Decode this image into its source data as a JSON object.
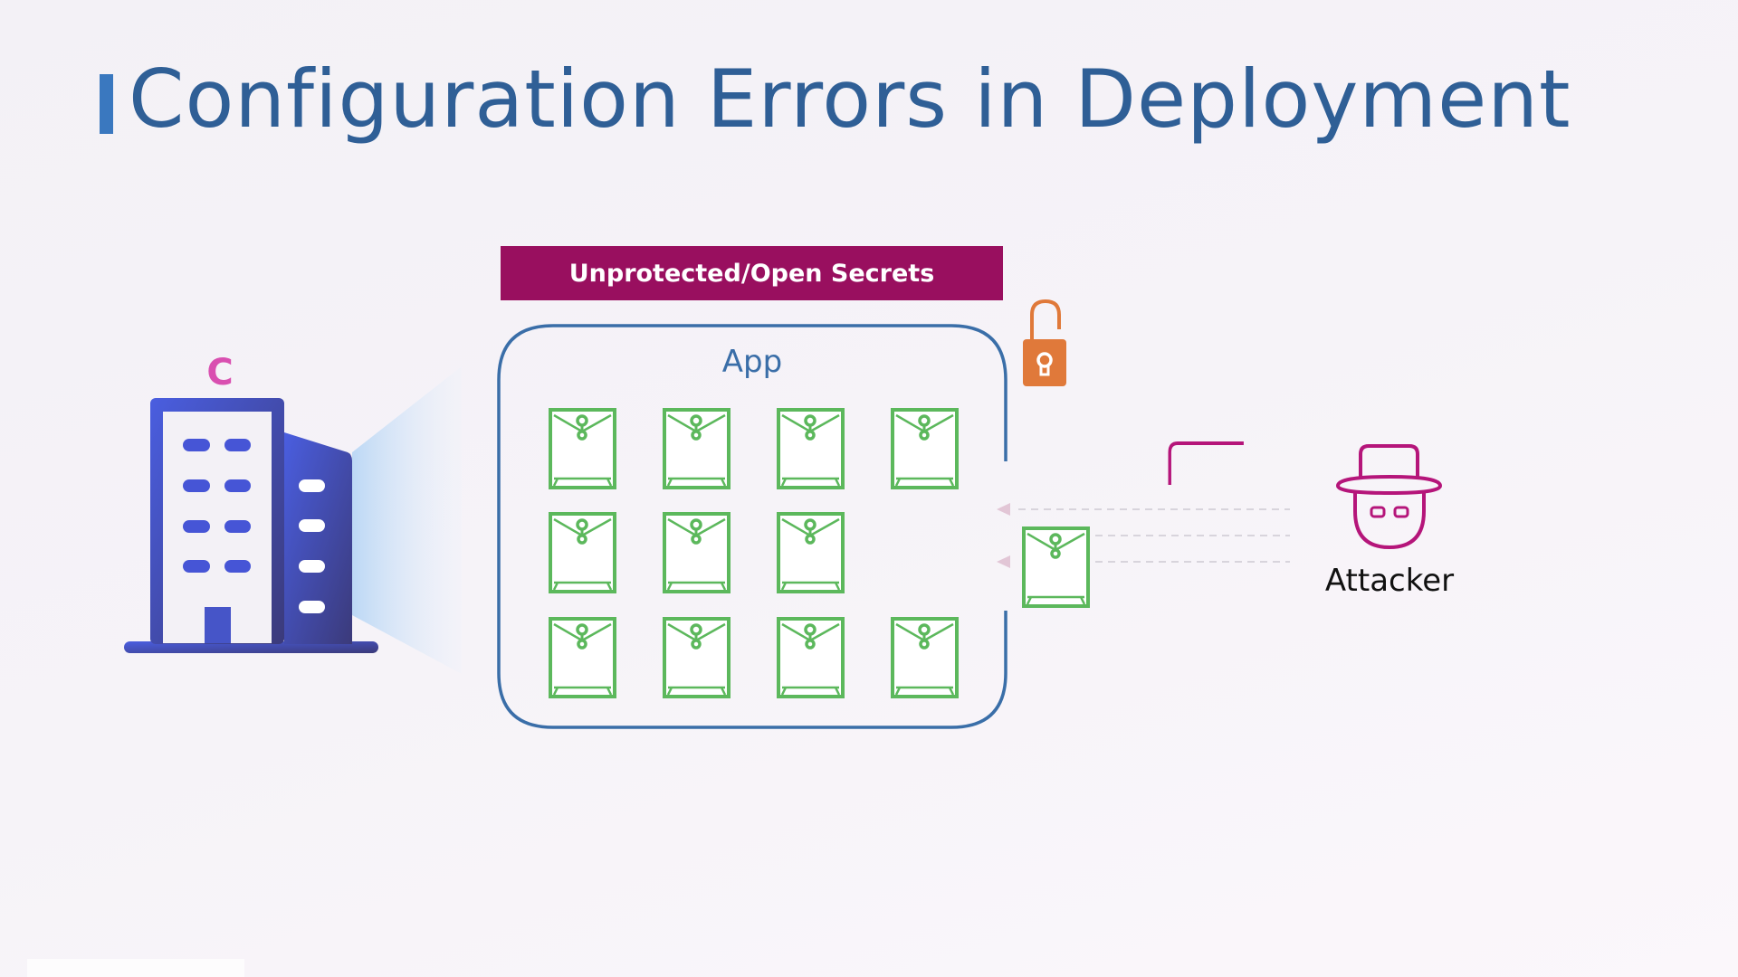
{
  "title": "Configuration Errors in Deployment",
  "banner": "Unprotected/Open Secrets",
  "app_label": "App",
  "attacker_label": "Attacker",
  "company_logo_letter": "C",
  "icons": [
    "building-icon",
    "open-lock-icon",
    "attacker-icon",
    "secret-envelope-icon"
  ],
  "colors": {
    "title": "#2f5f96",
    "banner": "#990f5f",
    "app_border": "#3a6ea8",
    "envelope": "#5cb85c",
    "lock": "#e0793a",
    "attacker": "#b5157a",
    "building": "#4353d6"
  },
  "envelope_grid_counts": [
    4,
    3,
    4
  ]
}
